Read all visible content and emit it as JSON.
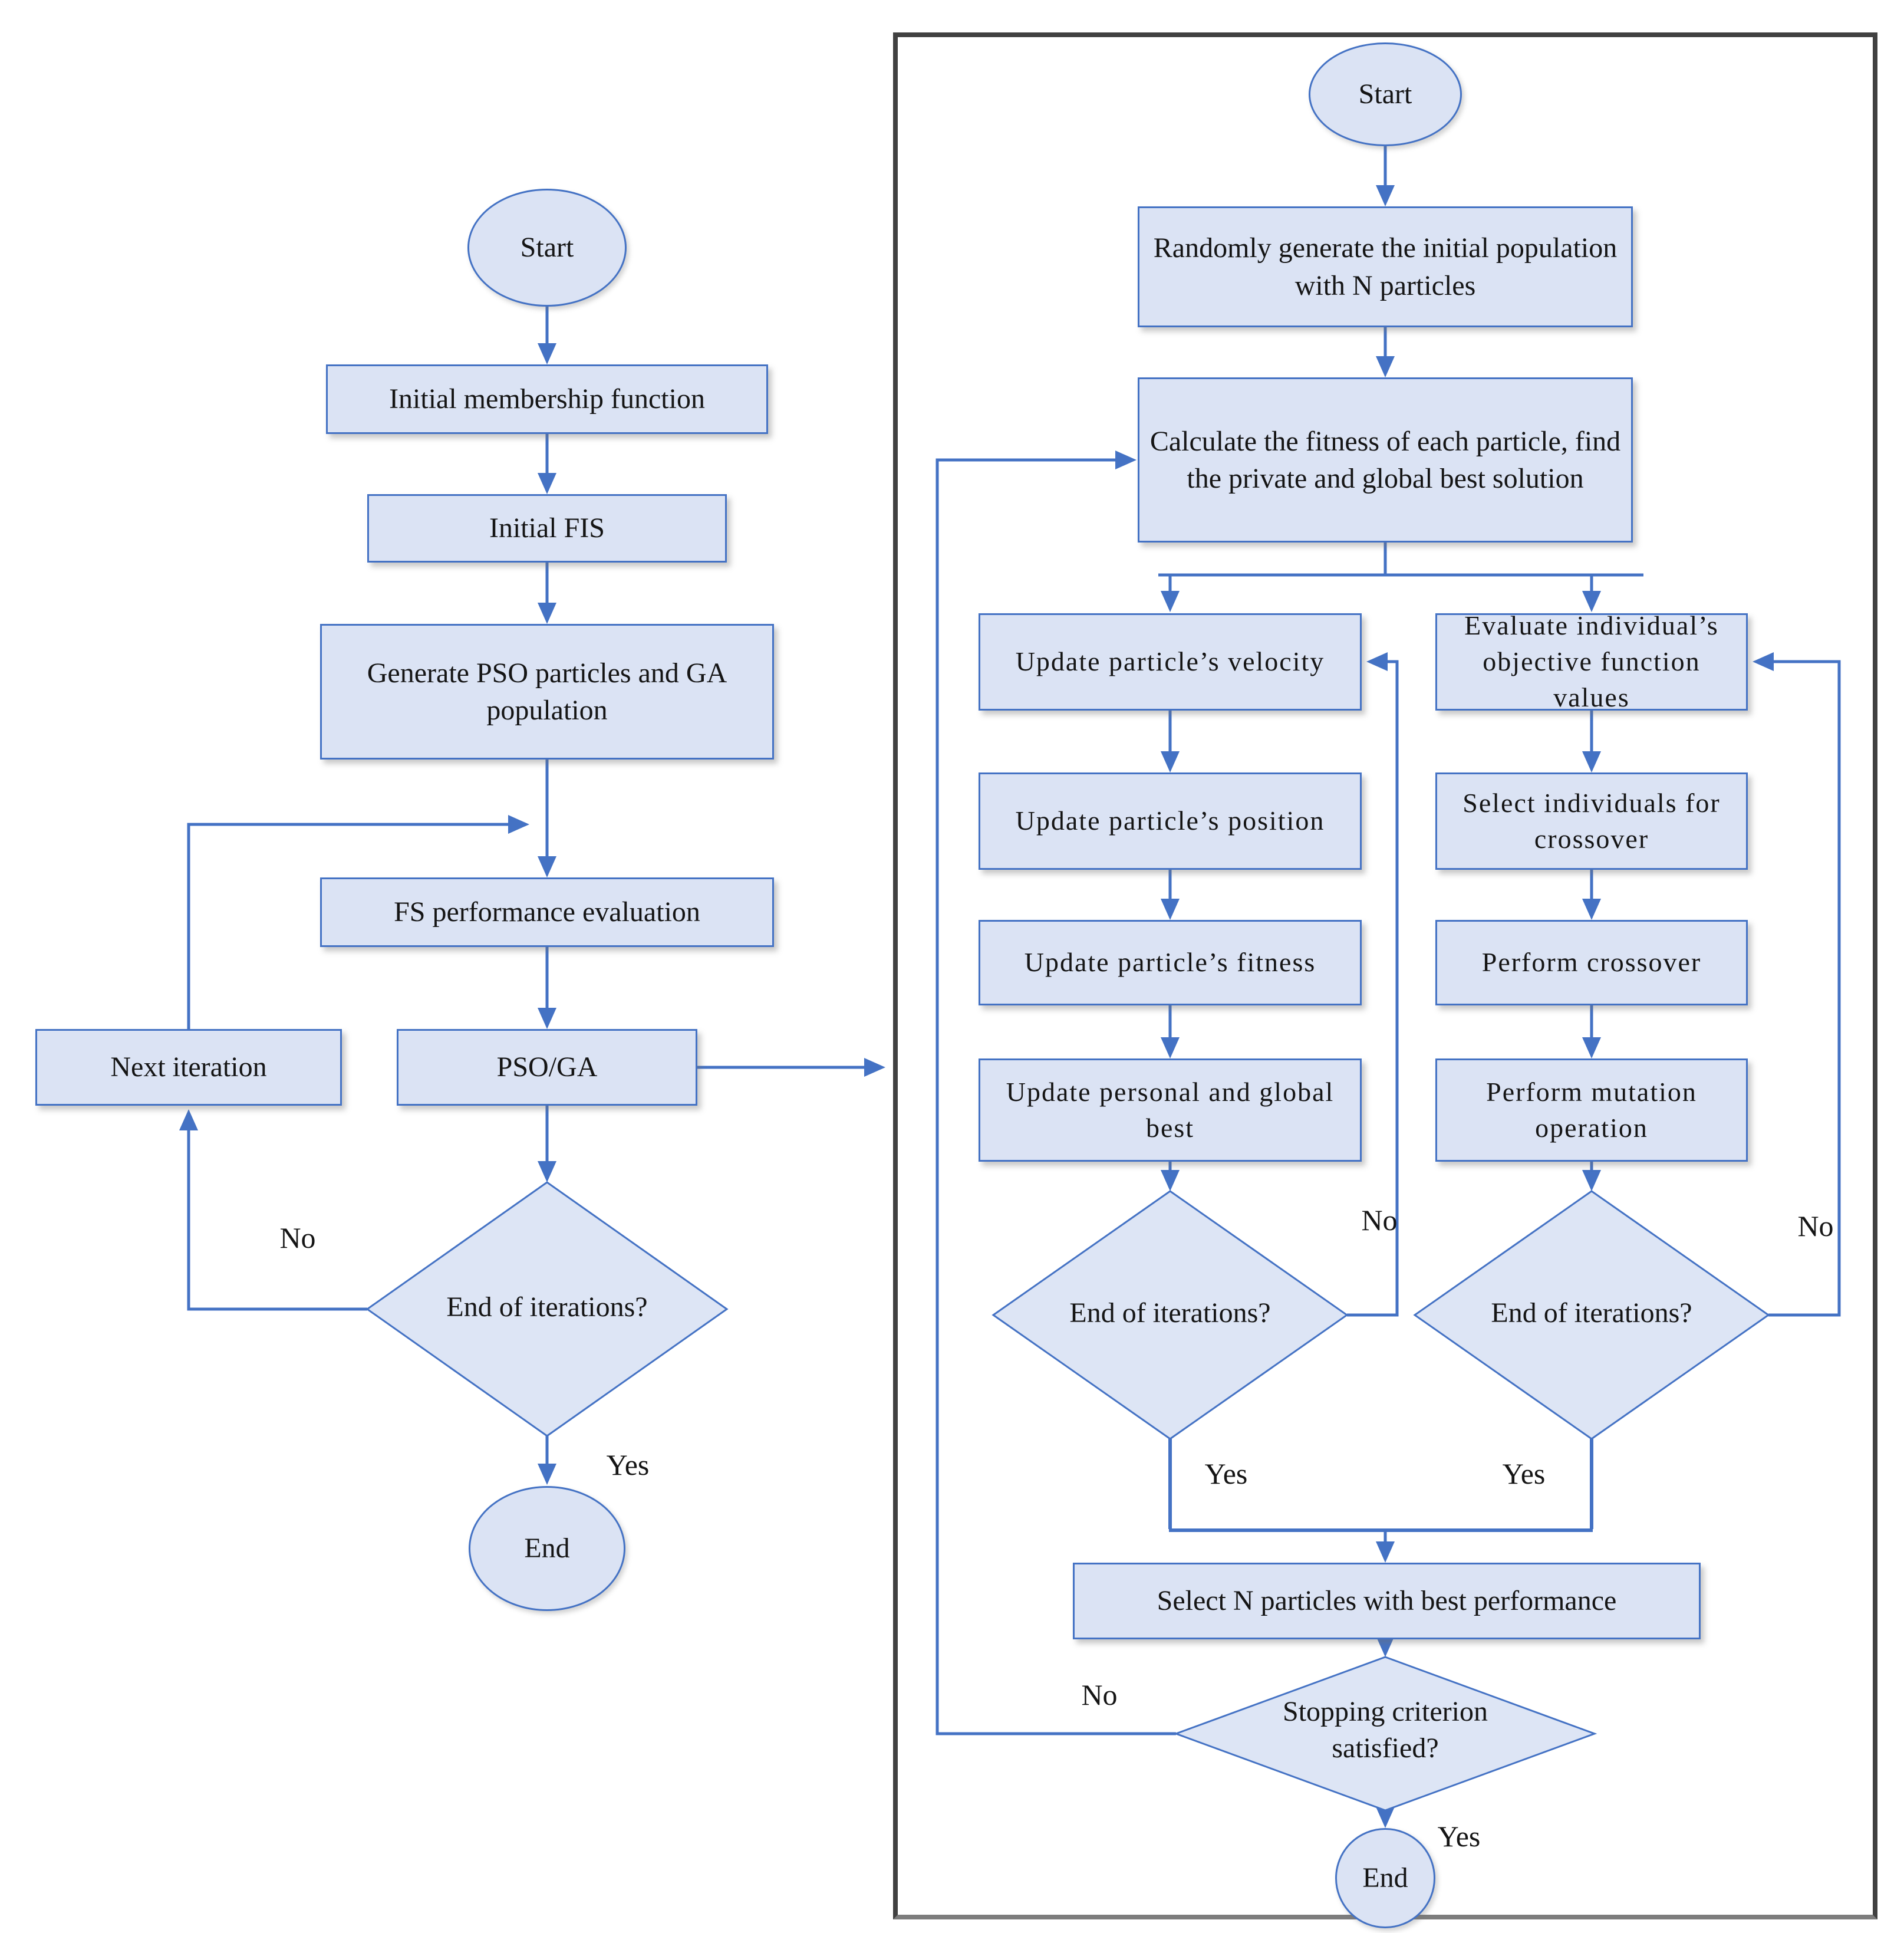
{
  "colors": {
    "node_fill": "#dbe3f4",
    "diamond_fill": "#dde5f5",
    "node_border": "#4472c4",
    "arrow": "#4472c4",
    "frame_border": "#414141",
    "text": "#151515",
    "background": "#ffffff"
  },
  "left": {
    "start": "Start",
    "initial_membership": "Initial membership function",
    "initial_fis": "Initial FIS",
    "generate": "Generate PSO particles and GA population",
    "fs_eval": "FS performance evaluation",
    "pso_ga": "PSO/GA",
    "next_iteration": "Next iteration",
    "end_iterations": "End of iterations?",
    "no": "No",
    "yes": "Yes",
    "end": "End"
  },
  "right": {
    "start": "Start",
    "random_generate": "Randomly generate the initial population with N particles",
    "calc_fitness": "Calculate the fitness of each particle, find the private and global best solution",
    "pso": {
      "velocity": "Update particle’s velocity",
      "position": "Update particle’s position",
      "fitness": "Update particle’s fitness",
      "personal_global": "Update personal and global best",
      "end_iterations": "End of iterations?",
      "no": "No",
      "yes": "Yes"
    },
    "ga": {
      "evaluate": "Evaluate individual’s objective function values",
      "select": "Select individuals for crossover",
      "crossover": "Perform crossover",
      "mutation": "Perform mutation operation",
      "end_iterations": "End of iterations?",
      "no": "No",
      "yes": "Yes"
    },
    "select_best": "Select N particles with best performance",
    "stopping": "Stopping criterion satisfied?",
    "stop_no": "No",
    "stop_yes": "Yes",
    "end": "End"
  }
}
